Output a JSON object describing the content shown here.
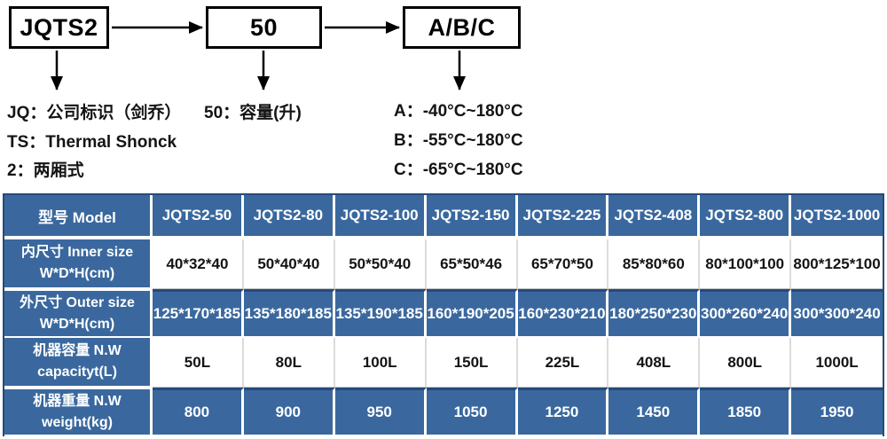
{
  "diagram": {
    "boxes": {
      "prefix": "JQTS2",
      "capacity": "50",
      "temp_class": "A/B/C"
    },
    "notes": {
      "jq": "JQ：公司标识（剑乔）",
      "ts": "TS：Thermal Shonck",
      "two_zone": "2：两厢式",
      "capacity": "50：容量(升)",
      "temp_a": "A：-40°C~180°C",
      "temp_b": "B：-55°C~180°C",
      "temp_c": "C：-65°C~180°C"
    }
  },
  "table": {
    "header": [
      "型号 Model",
      "JQTS2-50",
      "JQTS2-80",
      "JQTS2-100",
      "JQTS2-150",
      "JQTS2-225",
      "JQTS2-408",
      "JQTS2-800",
      "JQTS2-1000"
    ],
    "rows": [
      {
        "label_zh": "内尺寸 Inner size",
        "label_en": "W*D*H(cm)",
        "values": [
          "40*32*40",
          "50*40*40",
          "50*50*40",
          "65*50*46",
          "65*70*50",
          "85*80*60",
          "80*100*100",
          "800*125*100"
        ]
      },
      {
        "label_zh": "外尺寸 Outer size",
        "label_en": "W*D*H(cm)",
        "values": [
          "125*170*185",
          "135*180*185",
          "135*190*185",
          "160*190*205",
          "160*230*210",
          "180*250*230",
          "300*260*240",
          "300*300*240"
        ]
      },
      {
        "label_zh": "机器容量 N.W",
        "label_en": "capacityt(L)",
        "values": [
          "50L",
          "80L",
          "100L",
          "150L",
          "225L",
          "408L",
          "800L",
          "1000L"
        ]
      },
      {
        "label_zh": "机器重量 N.W",
        "label_en": "weight(kg)",
        "values": [
          "800",
          "900",
          "950",
          "1050",
          "1250",
          "1450",
          "1850",
          "1950"
        ]
      }
    ]
  },
  "colors": {
    "table_blue": "#3a689e",
    "table_dark_line": "#27497b",
    "light_row_bg": "#ffffff",
    "diagram_stroke": "#000000"
  }
}
